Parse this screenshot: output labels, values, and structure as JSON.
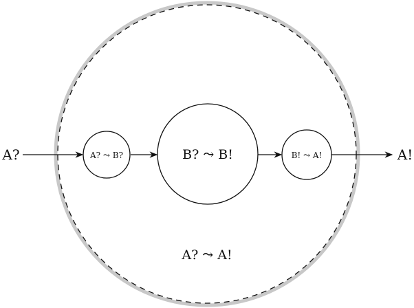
{
  "diagram": {
    "input_label": "A?",
    "output_label": "A!",
    "outer_label": "A? ⤳ A!",
    "stages": [
      {
        "label": "A? ⤳ B?"
      },
      {
        "label": "B? ⤳ B!"
      },
      {
        "label": "B! ⤳ A!"
      }
    ],
    "colors": {
      "outer_ring": "#c8c8c8",
      "stroke": "#111111"
    }
  }
}
